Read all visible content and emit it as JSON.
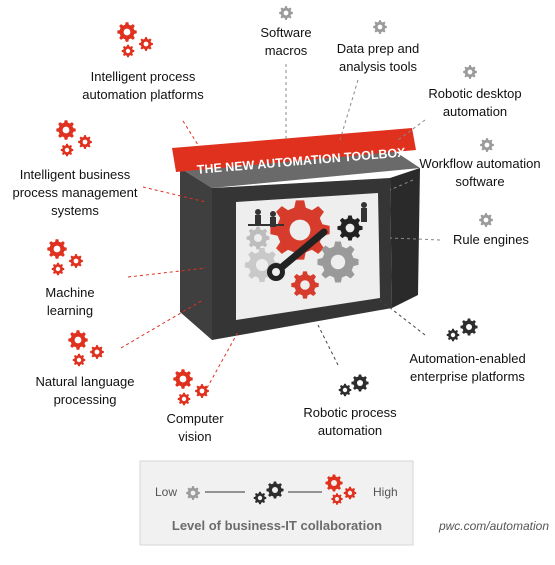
{
  "title": "THE NEW AUTOMATION TOOLBOX",
  "tools": [
    {
      "id": "ipap",
      "label": "Intelligent process\nautomation platforms",
      "level": "high"
    },
    {
      "id": "sm",
      "label": "Software\nmacros",
      "level": "low"
    },
    {
      "id": "dpat",
      "label": "Data prep and\nanalysis tools",
      "level": "low"
    },
    {
      "id": "rda",
      "label": "Robotic desktop\nautomation",
      "level": "low"
    },
    {
      "id": "wfa",
      "label": "Workflow automation\nsoftware",
      "level": "low"
    },
    {
      "id": "re",
      "label": "Rule engines",
      "level": "low"
    },
    {
      "id": "ibpms",
      "label": "Intelligent business\nprocess management\nsystems",
      "level": "high"
    },
    {
      "id": "ml",
      "label": "Machine\nlearning",
      "level": "high"
    },
    {
      "id": "nlp",
      "label": "Natural language\nprocessing",
      "level": "high"
    },
    {
      "id": "cv",
      "label": "Computer\nvision",
      "level": "high"
    },
    {
      "id": "rpa",
      "label": "Robotic process\nautomation",
      "level": "medium"
    },
    {
      "id": "aeep",
      "label": "Automation-enabled\nenterprise platforms",
      "level": "medium"
    }
  ],
  "legend": {
    "low": "Low",
    "high": "High",
    "title": "Level of business-IT collaboration"
  },
  "footer": "pwc.com/automation",
  "colors": {
    "red": "#e0301e",
    "dark": "#2d2d2d",
    "gray": "#9b9b9b",
    "box": "#3a3a3a",
    "banner": "#e0301e"
  }
}
